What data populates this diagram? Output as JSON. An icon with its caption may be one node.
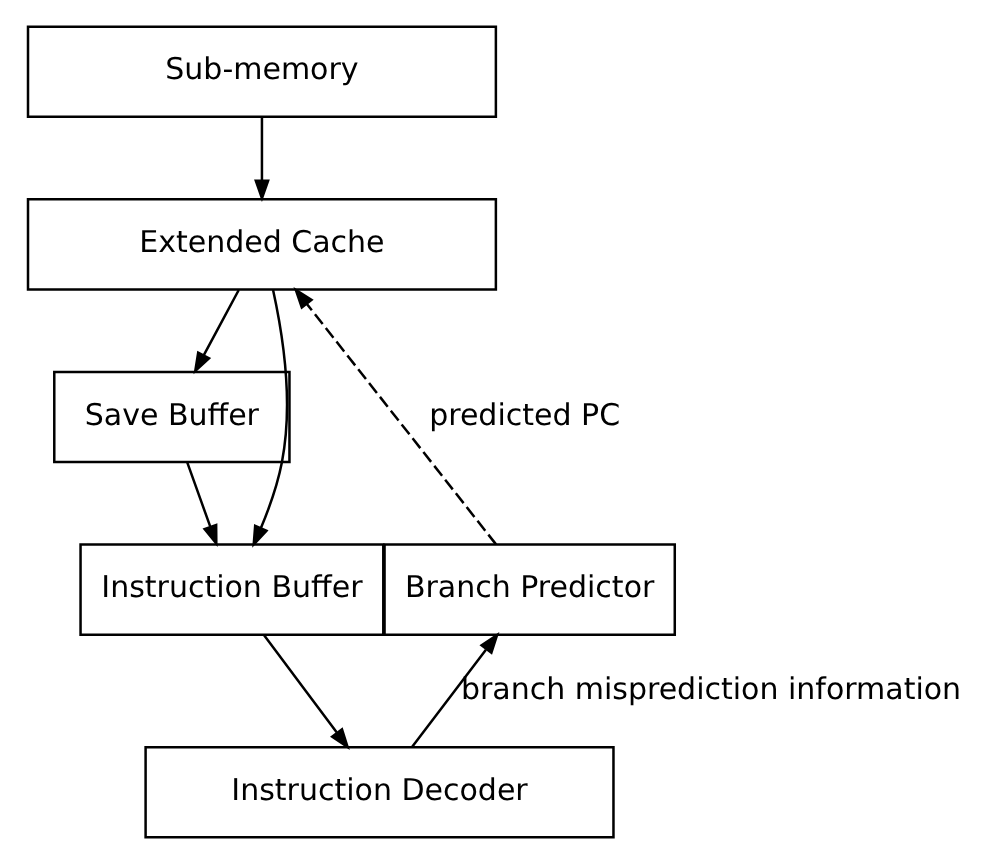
{
  "diagram": {
    "nodes": [
      {
        "text": [
          "Sub-memory"
        ]
      },
      {
        "text": [
          "Extended Cache"
        ]
      },
      {
        "text": [
          "Save Buffer"
        ]
      },
      {
        "text": [
          "Instruction Buffer"
        ]
      },
      {
        "text": [
          "Branch Predictor"
        ]
      },
      {
        "text": [
          "Instruction Decoder"
        ]
      }
    ],
    "edges": [
      {
        "from": 0,
        "to": 1,
        "arrow": "to"
      },
      {
        "from": 1,
        "to": 2,
        "arrow": "to"
      },
      {
        "from": 1,
        "to": 3,
        "arrow": "to"
      },
      {
        "from": 2,
        "to": 3,
        "arrow": "to"
      },
      {
        "from": 3,
        "to": 5,
        "arrow": "to"
      },
      {
        "from": 4,
        "to": 1,
        "arrow": "to",
        "style": "dashed",
        "label": "predicted PC"
      },
      {
        "from": 5,
        "to": 4,
        "arrow": "to",
        "label": "branch misprediction information"
      }
    ]
  }
}
